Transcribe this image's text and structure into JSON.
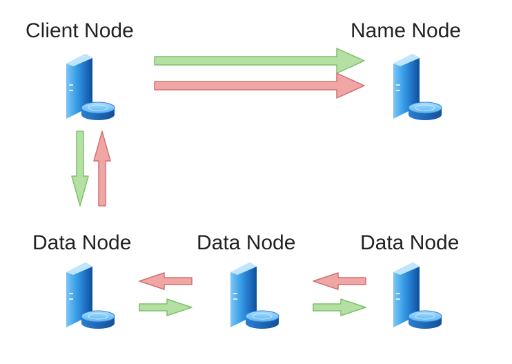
{
  "colors": {
    "forward_arrow_fill": "#b5e0a3",
    "forward_arrow_stroke": "#7fbf6a",
    "return_arrow_fill": "#f1a6a6",
    "return_arrow_stroke": "#d07070",
    "server_body": "#3aa0e8",
    "server_disk": "#2b7fd0"
  },
  "nodes": {
    "client": {
      "label": "Client Node",
      "icon": "server-icon"
    },
    "name": {
      "label": "Name Node",
      "icon": "server-icon"
    },
    "data": [
      {
        "label": "Data Node",
        "icon": "server-icon"
      },
      {
        "label": "Data Node",
        "icon": "server-icon"
      },
      {
        "label": "Data Node",
        "icon": "server-icon"
      }
    ]
  },
  "arrows": [
    {
      "from": "Client Node",
      "to": "Name Node",
      "kind": "forward"
    },
    {
      "from": "Client Node",
      "to": "Name Node",
      "kind": "return"
    },
    {
      "from": "Client Node",
      "to": "Data Node 1",
      "kind": "forward"
    },
    {
      "from": "Data Node 1",
      "to": "Client Node",
      "kind": "return"
    },
    {
      "from": "Data Node 2",
      "to": "Data Node 1",
      "kind": "return"
    },
    {
      "from": "Data Node 1",
      "to": "Data Node 2",
      "kind": "forward"
    },
    {
      "from": "Data Node 3",
      "to": "Data Node 2",
      "kind": "return"
    },
    {
      "from": "Data Node 2",
      "to": "Data Node 3",
      "kind": "forward"
    }
  ]
}
